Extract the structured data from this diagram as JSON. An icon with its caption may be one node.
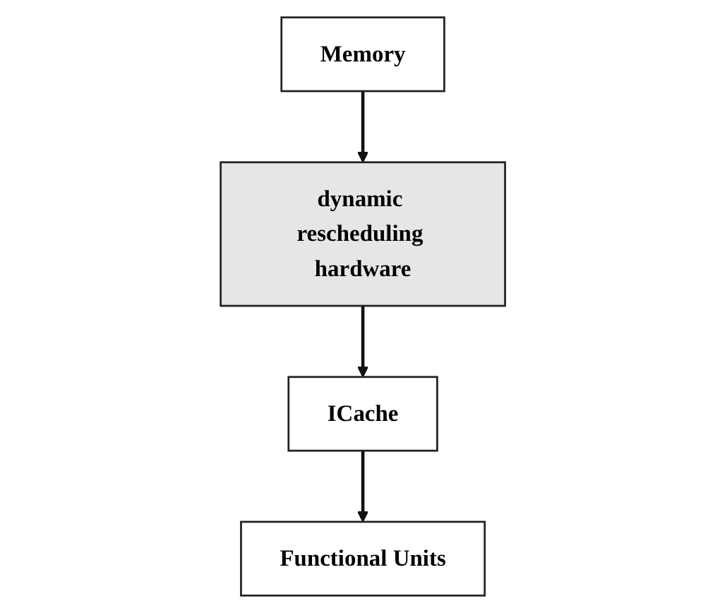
{
  "diagram": {
    "nodes": [
      {
        "text": [
          "Memory"
        ]
      },
      {
        "text": [
          "dynamic rescheduling hardware"
        ]
      },
      {
        "text": [
          "ICache"
        ]
      },
      {
        "text": [
          "Functional Units"
        ]
      }
    ],
    "edges": [
      {
        "from": 0,
        "to": 1,
        "arrow": "to"
      },
      {
        "from": 1,
        "to": 2,
        "arrow": "to"
      },
      {
        "from": 2,
        "to": 3,
        "arrow": "to"
      }
    ]
  }
}
